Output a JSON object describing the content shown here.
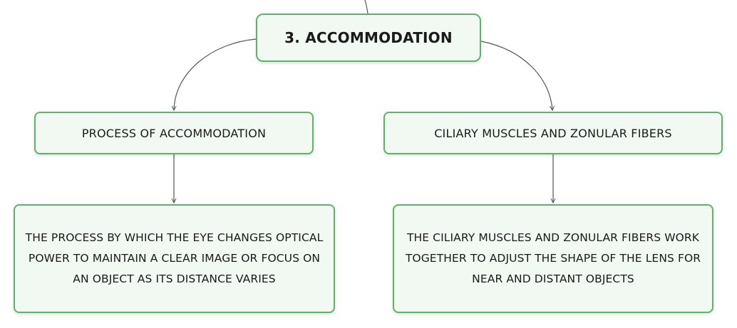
{
  "diagram": {
    "root": {
      "label": "3. ACCOMMODATION"
    },
    "branches": [
      {
        "label": "PROCESS OF ACCOMMODATION",
        "detail": "THE PROCESS BY WHICH THE EYE CHANGES OPTICAL POWER TO MAINTAIN A CLEAR IMAGE OR FOCUS ON AN OBJECT AS ITS DISTANCE VARIES"
      },
      {
        "label": "CILIARY MUSCLES AND ZONULAR FIBERS",
        "detail": "THE CILIARY MUSCLES AND ZONULAR FIBERS WORK TOGETHER TO ADJUST THE SHAPE OF THE LENS FOR NEAR AND DISTANT OBJECTS"
      }
    ]
  },
  "colors": {
    "node_border": "#5cb467",
    "node_fill": "#f2f9f3",
    "connector": "#555555"
  }
}
